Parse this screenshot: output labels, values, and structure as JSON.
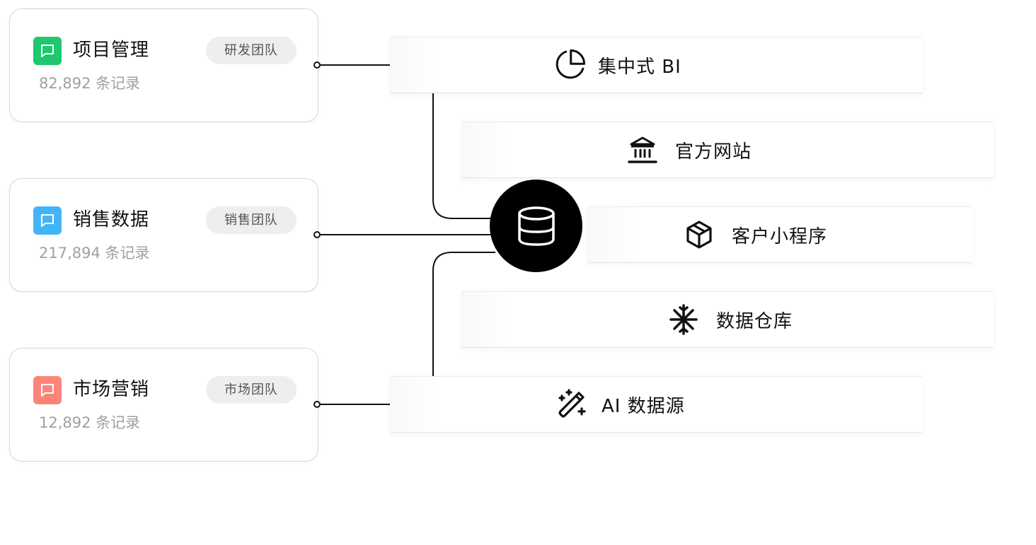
{
  "sources": [
    {
      "title": "项目管理",
      "badge": "研发团队",
      "records": "82,892 条记录",
      "icon": "chat-bubble-icon",
      "color": "#1ec770"
    },
    {
      "title": "销售数据",
      "badge": "销售团队",
      "records": "217,894 条记录",
      "icon": "chat-bubble-icon",
      "color": "#44b4f8"
    },
    {
      "title": "市场营销",
      "badge": "市场团队",
      "records": "12,892 条记录",
      "icon": "chat-bubble-icon",
      "color": "#fc857a"
    }
  ],
  "hub": {
    "icon": "database-icon"
  },
  "destinations": [
    {
      "label": "集中式 BI",
      "icon": "pie-chart-icon"
    },
    {
      "label": "官方网站",
      "icon": "bank-building-icon"
    },
    {
      "label": "客户小程序",
      "icon": "package-box-icon"
    },
    {
      "label": "数据仓库",
      "icon": "snowflake-icon"
    },
    {
      "label": "AI 数据源",
      "icon": "magic-wand-icon"
    }
  ]
}
